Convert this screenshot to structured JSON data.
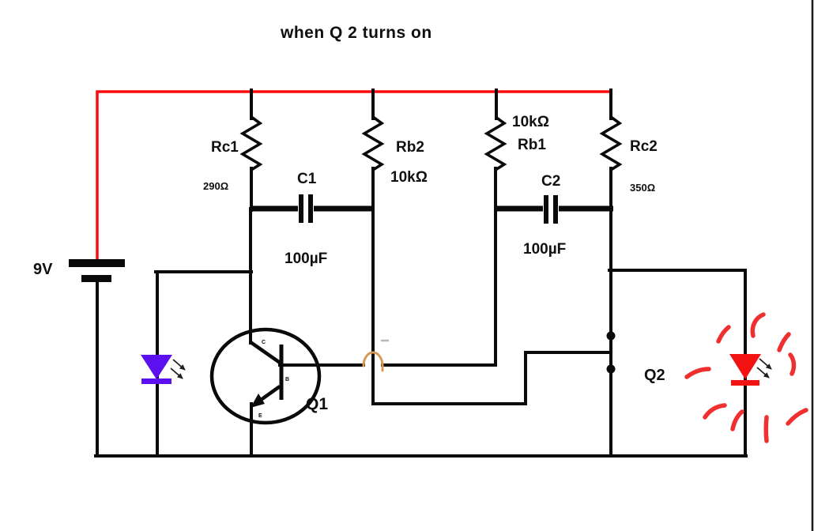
{
  "title": "when Q 2 turns on",
  "battery": {
    "label": "9V"
  },
  "components": {
    "rc1": {
      "name": "Rc1",
      "value": "290Ω"
    },
    "rb2": {
      "name": "Rb2",
      "value": "10kΩ"
    },
    "rb1": {
      "name": "Rb1",
      "value": "10kΩ"
    },
    "rc2": {
      "name": "Rc2",
      "value": "350Ω"
    },
    "c1": {
      "name": "C1",
      "value": "100µF"
    },
    "c2": {
      "name": "C2",
      "value": "100µF"
    },
    "q1": {
      "name": "Q1",
      "terminals": {
        "collector": "C",
        "base": "B",
        "emitter": "E"
      }
    },
    "q2": {
      "name": "Q2"
    }
  },
  "leds": {
    "left": {
      "color": "#5d10ef",
      "state": "off"
    },
    "right": {
      "color": "#f31212",
      "state": "on"
    }
  },
  "colors": {
    "wire": "#0a0a0a",
    "power_wire": "#fb0b0f",
    "glow": "#ee3030",
    "wire_hop": "#d59a55",
    "minus_mark": "#b8b8b8"
  }
}
